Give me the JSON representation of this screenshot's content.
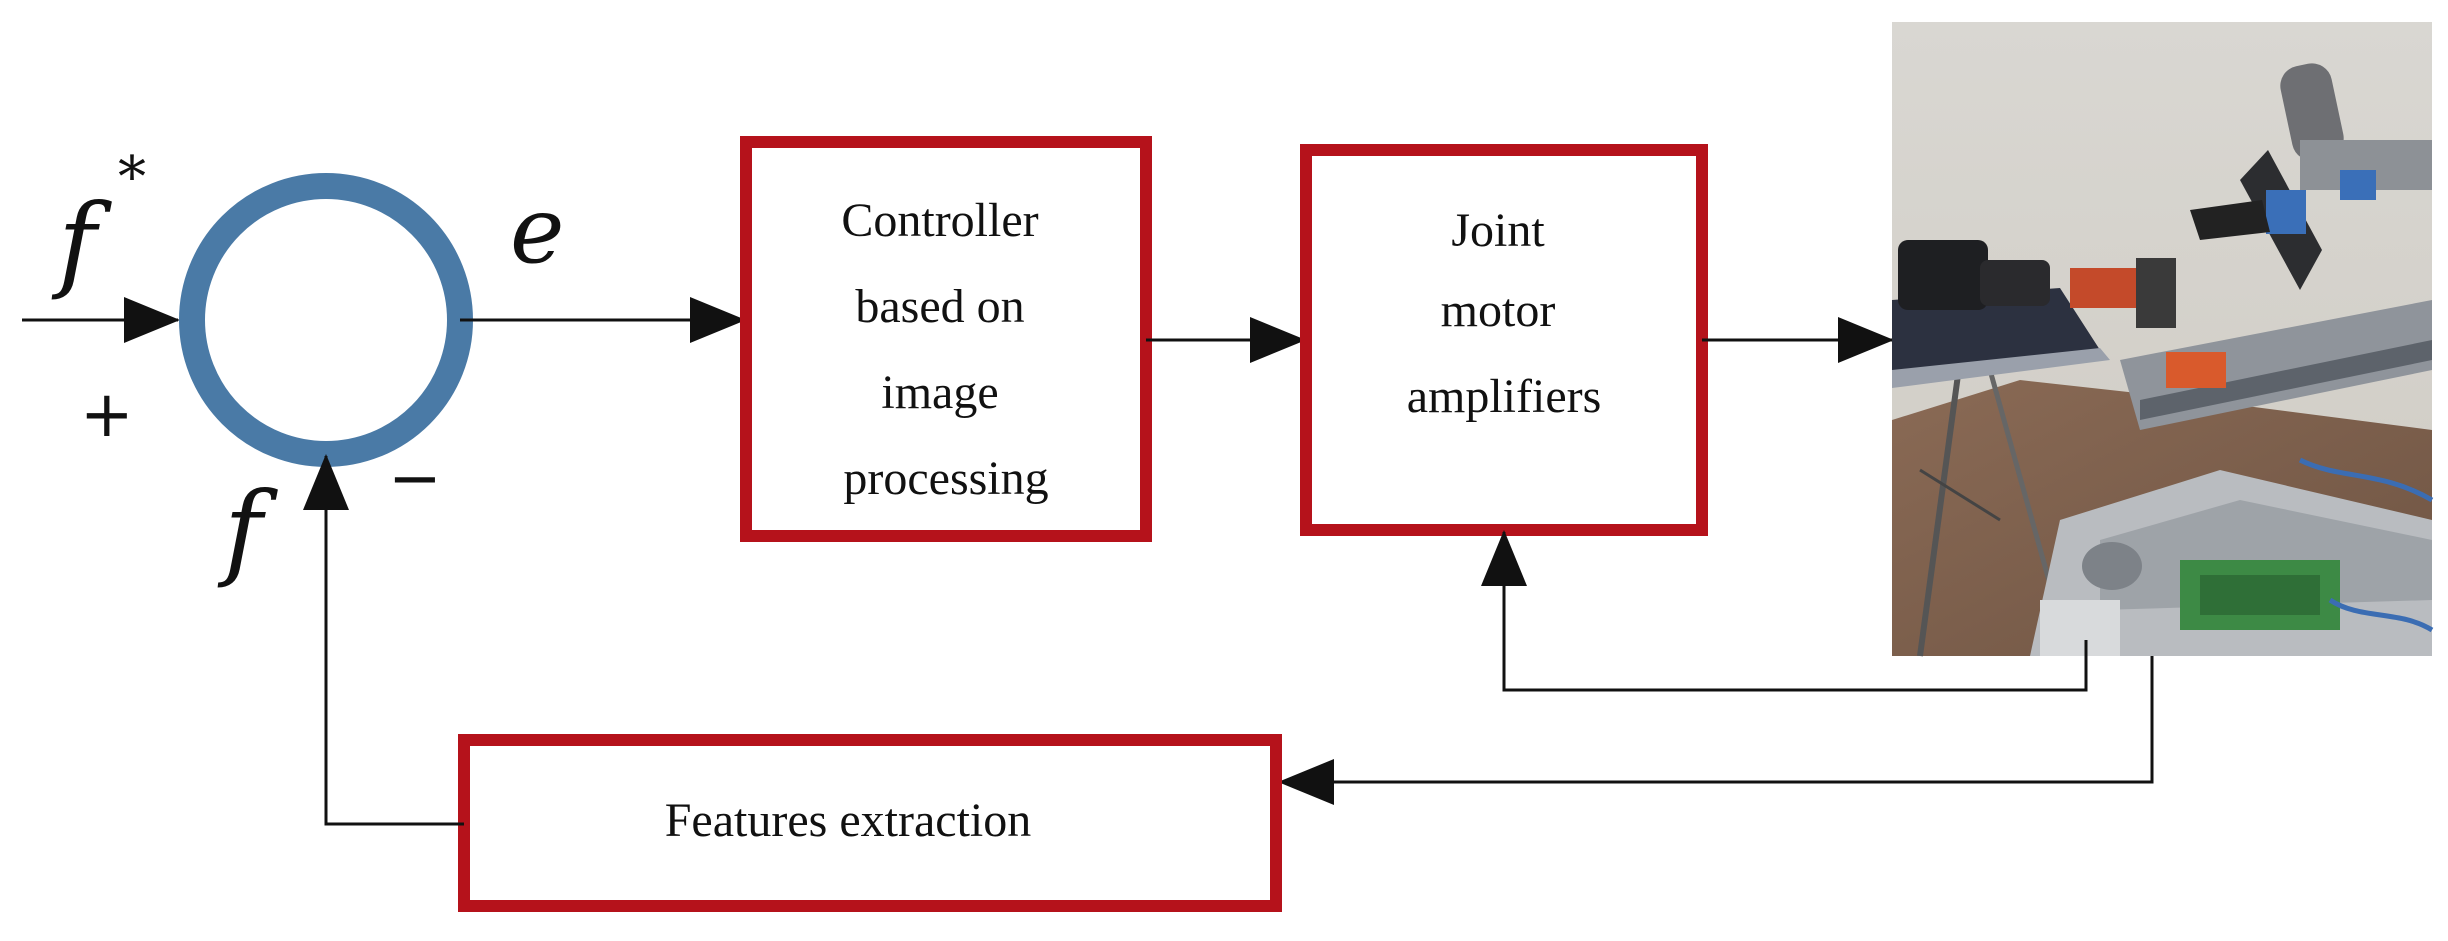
{
  "diagram": {
    "symbols": {
      "reference": "f",
      "reference_superscript": "*",
      "error": "e",
      "feedback": "f",
      "plus": "+",
      "minus": "−"
    },
    "blocks": {
      "controller": [
        "Controller",
        "based on",
        "image",
        "processing"
      ],
      "amplifiers": [
        "Joint",
        "motor",
        "amplifiers"
      ],
      "features": "Features extraction"
    },
    "colors": {
      "block_border": "#b5121b",
      "summing_junction": "#4a7aa6",
      "arrow": "#111111"
    }
  }
}
